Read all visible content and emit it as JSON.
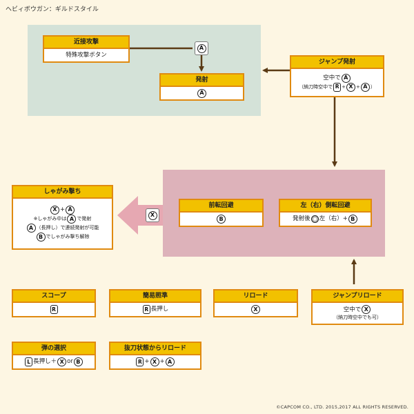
{
  "page_title": "ヘビィボウガン：ギルドスタイル",
  "copyright": "©CAPCOM CO., LTD. 2015,2017 ALL RIGHTS RESERVED.",
  "colors": {
    "background": "#fdf6e3",
    "header": "#f2c100",
    "border": "#e08a10",
    "panel_top": "#d4e2d8",
    "panel_middle": "#ddb2ba",
    "big_arrow": "#e6a8b2",
    "arrow": "#5a3a14"
  },
  "buttons": {
    "a": "A",
    "x": "X",
    "b": "B",
    "r": "R",
    "l": "L"
  },
  "melee": {
    "title": "近接攻撃",
    "body": "特殊攻撃ボタン"
  },
  "fire": {
    "title": "発射"
  },
  "jump_fire": {
    "title": "ジャンプ発射",
    "line1": "空中で",
    "line2_prefix": "（納刀時空中で",
    "line2_suffix": "）"
  },
  "crouch_fire": {
    "title": "しゃがみ撃ち",
    "note1_prefix": "※しゃがみ中は",
    "note1_suffix": "で発射",
    "note2_middle": "（長押し）で連続発射が可能",
    "note3_suffix": "でしゃがみ撃ち解除"
  },
  "forward_roll": {
    "title": "前転回避"
  },
  "side_roll": {
    "title": "左（右）側転回避",
    "body_prefix": "発射後",
    "body_middle": "左（右）"
  },
  "scope": {
    "title": "スコープ"
  },
  "easy_aim": {
    "title": "簡易照準",
    "body_suffix": "長押し"
  },
  "reload": {
    "title": "リロード"
  },
  "jump_reload": {
    "title": "ジャンプリロード",
    "line1": "空中で",
    "line2": "（納刀時空中でも可）"
  },
  "ammo_select": {
    "title": "弾の選択",
    "body_middle": "長押し＋",
    "body_or": "or"
  },
  "sheathed_reload": {
    "title": "抜刀状態からリロード"
  }
}
